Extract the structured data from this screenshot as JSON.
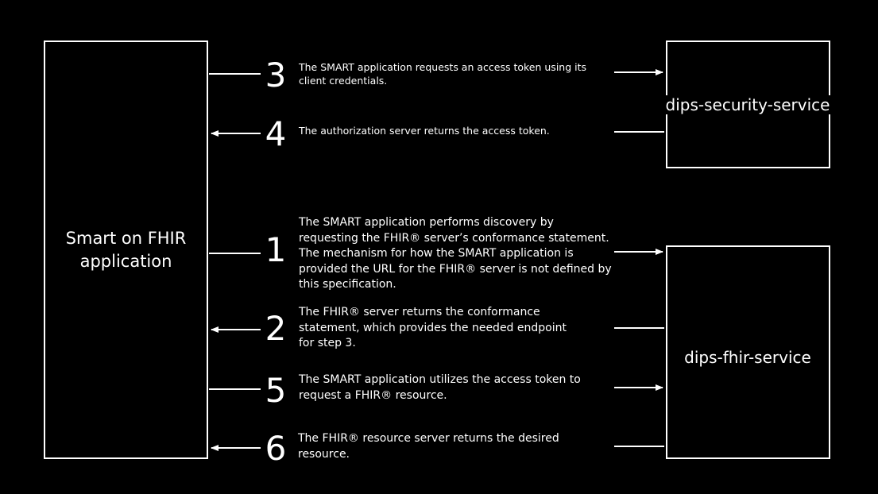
{
  "participants": {
    "app": "Smart on FHIR application",
    "security": "dips-security-service",
    "fhir": "dips-fhir-service"
  },
  "steps": [
    {
      "number": "3",
      "text": "The SMART application requests an access token using its client credentials."
    },
    {
      "number": "4",
      "text": "The authorization server returns the access token."
    },
    {
      "number": "1",
      "text": "The SMART application performs discovery by requesting the FHIR® server’s conformance statement. The mechanism for how the SMART application is provided the URL for the FHIR® server is not defined by this specification."
    },
    {
      "number": "2",
      "text": "The FHIR® server returns the conformance statement, which provides the needed endpoint for step 3."
    },
    {
      "number": "5",
      "text": "The SMART application utilizes the access token to request a FHIR® resource."
    },
    {
      "number": "6",
      "text": "The FHIR® resource server returns the desired resource."
    }
  ]
}
